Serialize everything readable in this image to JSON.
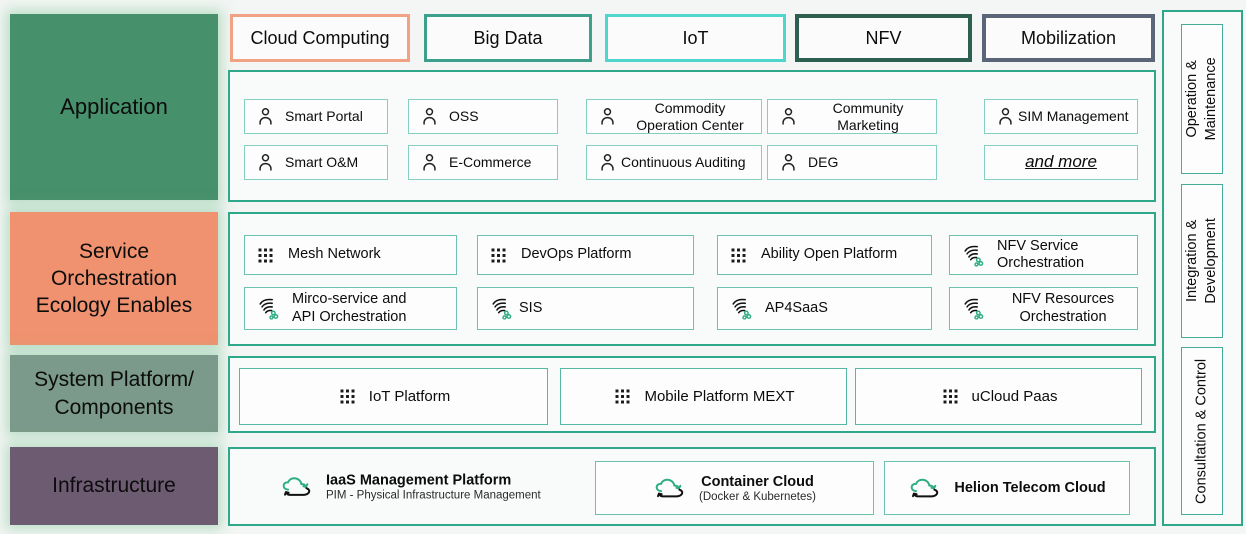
{
  "left_blocks": [
    {
      "label": "Application",
      "color": "#47906c"
    },
    {
      "label": "Service\nOrchestration\nEcology Enables",
      "color": "#f0926f"
    },
    {
      "label": "System Platform/\nComponents",
      "color": "#7b9a8b"
    },
    {
      "label": "Infrastructure",
      "color": "#6d5b72"
    }
  ],
  "top_tags": [
    {
      "label": "Cloud Computing",
      "border_color": "#f2a284"
    },
    {
      "label": "Big Data",
      "border_color": "#3da08c"
    },
    {
      "label": "IoT",
      "border_color": "#4ed6cc"
    },
    {
      "label": "NFV",
      "border_color": "#2d5f50"
    },
    {
      "label": "Mobilization",
      "border_color": "#5a6577"
    }
  ],
  "application": {
    "rows": [
      [
        {
          "label": "Smart Portal",
          "icon": "user-icon"
        },
        {
          "label": "OSS",
          "icon": "user-icon"
        },
        {
          "label": "Commodity\nOperation Center",
          "icon": "user-icon"
        },
        {
          "label": "Community\nMarketing",
          "icon": "user-icon"
        },
        {
          "label": "SIM Management",
          "icon": "user-icon"
        }
      ],
      [
        {
          "label": "Smart O&M",
          "icon": "user-icon"
        },
        {
          "label": "E-Commerce",
          "icon": "user-icon"
        },
        {
          "label": "Continuous Auditing",
          "icon": "user-icon"
        },
        {
          "label": "DEG",
          "icon": "user-icon"
        },
        {
          "label": "and more",
          "icon": ""
        }
      ]
    ]
  },
  "service_orchestration": {
    "rows": [
      [
        {
          "label": "Mesh Network",
          "icon": "grid-dots-icon"
        },
        {
          "label": "DevOps Platform",
          "icon": "grid-dots-icon"
        },
        {
          "label": "Ability Open Platform",
          "icon": "grid-dots-icon"
        },
        {
          "label": "NFV Service\nOrchestration",
          "icon": "orchestration-icon"
        }
      ],
      [
        {
          "label": "Mirco-service and\nAPI Orchestration",
          "icon": "orchestration-icon"
        },
        {
          "label": "SIS",
          "icon": "orchestration-icon"
        },
        {
          "label": "AP4SaaS",
          "icon": "orchestration-icon"
        },
        {
          "label": "NFV Resources\nOrchestration",
          "icon": "orchestration-icon"
        }
      ]
    ]
  },
  "system_platform": {
    "items": [
      {
        "label": "IoT Platform",
        "icon": "grid-dots-icon"
      },
      {
        "label": "Mobile Platform MEXT",
        "icon": "grid-dots-icon"
      },
      {
        "label": "uCloud Paas",
        "icon": "grid-dots-icon"
      }
    ]
  },
  "infrastructure": {
    "items": [
      {
        "title": "IaaS Management Platform",
        "subtitle": "PIM - Physical Infrastructure Management",
        "icon": "cloud-sync-icon"
      },
      {
        "title": "Container Cloud",
        "subtitle": "(Docker & Kubernetes)",
        "icon": "cloud-sync-icon"
      },
      {
        "title": "Helion Telecom Cloud",
        "subtitle": "",
        "icon": "cloud-sync-icon"
      }
    ]
  },
  "right_sidebar": {
    "items": [
      {
        "label": "Operation &\nMaintenance"
      },
      {
        "label": "Integration &\nDevelopment"
      },
      {
        "label": "Consultation & Control"
      }
    ]
  },
  "colors": {
    "container_border": "#2fa88a",
    "item_border_light": "#85cfbf",
    "accent_green": "#2fae85"
  }
}
